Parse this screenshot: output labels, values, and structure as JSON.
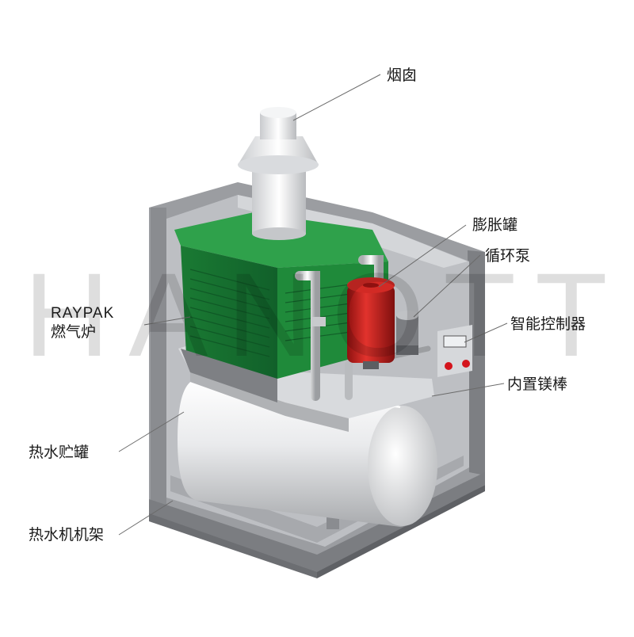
{
  "watermark": "HANOTTE",
  "labels": {
    "chimney": "烟囱",
    "expansion_tank": "膨胀罐",
    "circulation_pump": "循环泵",
    "smart_controller": "智能控制器",
    "magnesium_rod": "内置镁棒",
    "burner_brand": "RAYPAK",
    "burner_name": "燃气炉",
    "storage_tank": "热水贮罐",
    "heater_frame": "热水机机架"
  },
  "colors": {
    "boiler_green": "#1f8a3a",
    "expansion_tank_red": "#c8201e",
    "frame_gray": "#8e9094",
    "tank_white": "#e8e9eb",
    "indicator_red": "#d4141c"
  }
}
